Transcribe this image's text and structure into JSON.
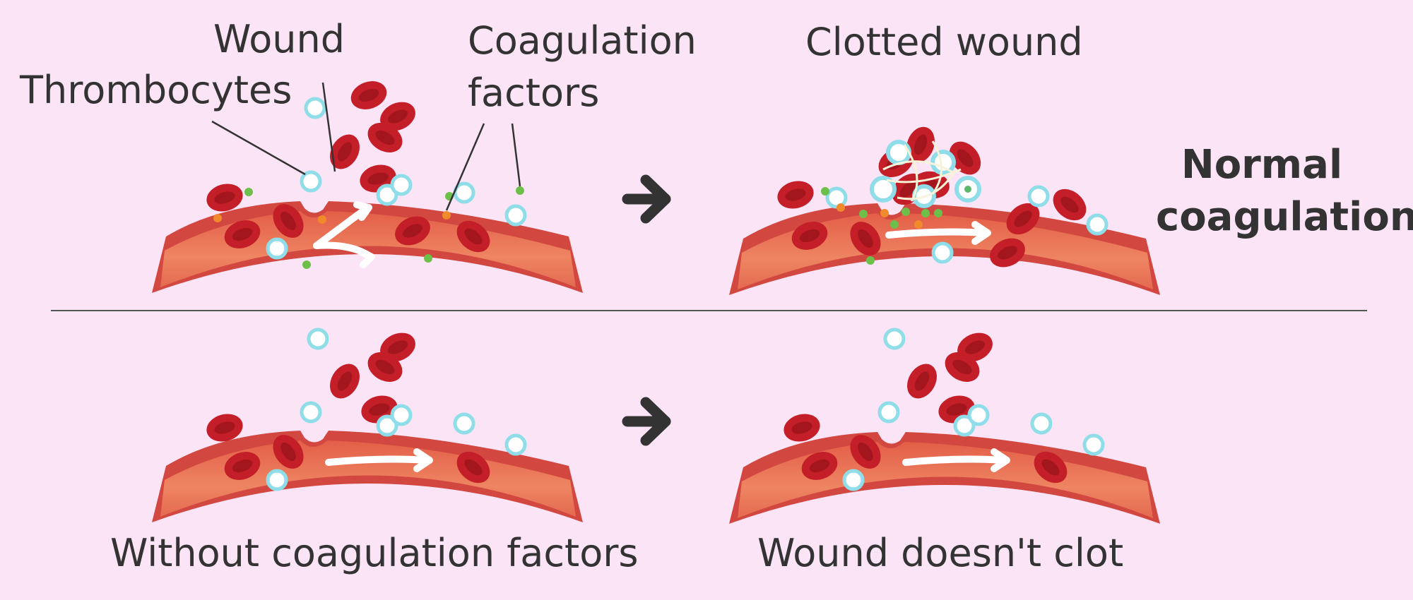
{
  "labels": {
    "wound": "Wound",
    "thrombocytes": "Thrombocytes",
    "coagulation_factors_line1": "Coagulation",
    "coagulation_factors_line2": "factors",
    "clotted_wound": "Clotted wound",
    "normal_line1": "Normal",
    "normal_line2": "coagulation",
    "without_factors": "Without coagulation factors",
    "no_clot": "Wound doesn't clot"
  },
  "colors": {
    "background": "#fce4f7",
    "vessel_wall": "#d2473f",
    "vessel_inner": "#ea7559",
    "red_cell": "#c41f28",
    "red_cell_center": "#9a141c",
    "platelet_ring": "#8fdde8",
    "factor_green": "#6cc04a",
    "factor_orange": "#f08a2c",
    "arrow_dark": "#333333",
    "flow_arrow": "#ffffff",
    "divider": "#555555"
  },
  "icons": {
    "process_arrow": "arrow-right-icon",
    "flow_arrow": "flow-arrow-icon"
  }
}
